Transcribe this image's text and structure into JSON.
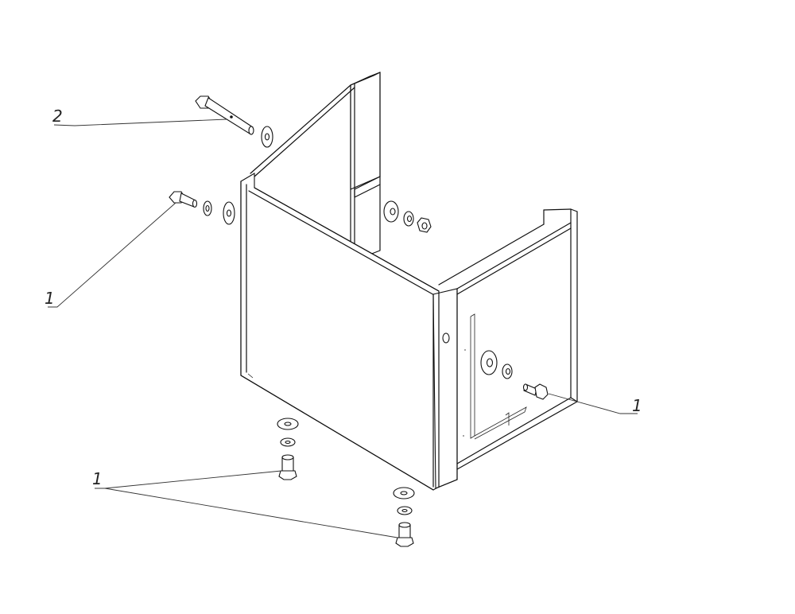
{
  "callouts": [
    {
      "id": "c2",
      "label": "2"
    },
    {
      "id": "c1a",
      "label": "1"
    },
    {
      "id": "c1b",
      "label": "1"
    },
    {
      "id": "c1c",
      "label": "1"
    }
  ]
}
